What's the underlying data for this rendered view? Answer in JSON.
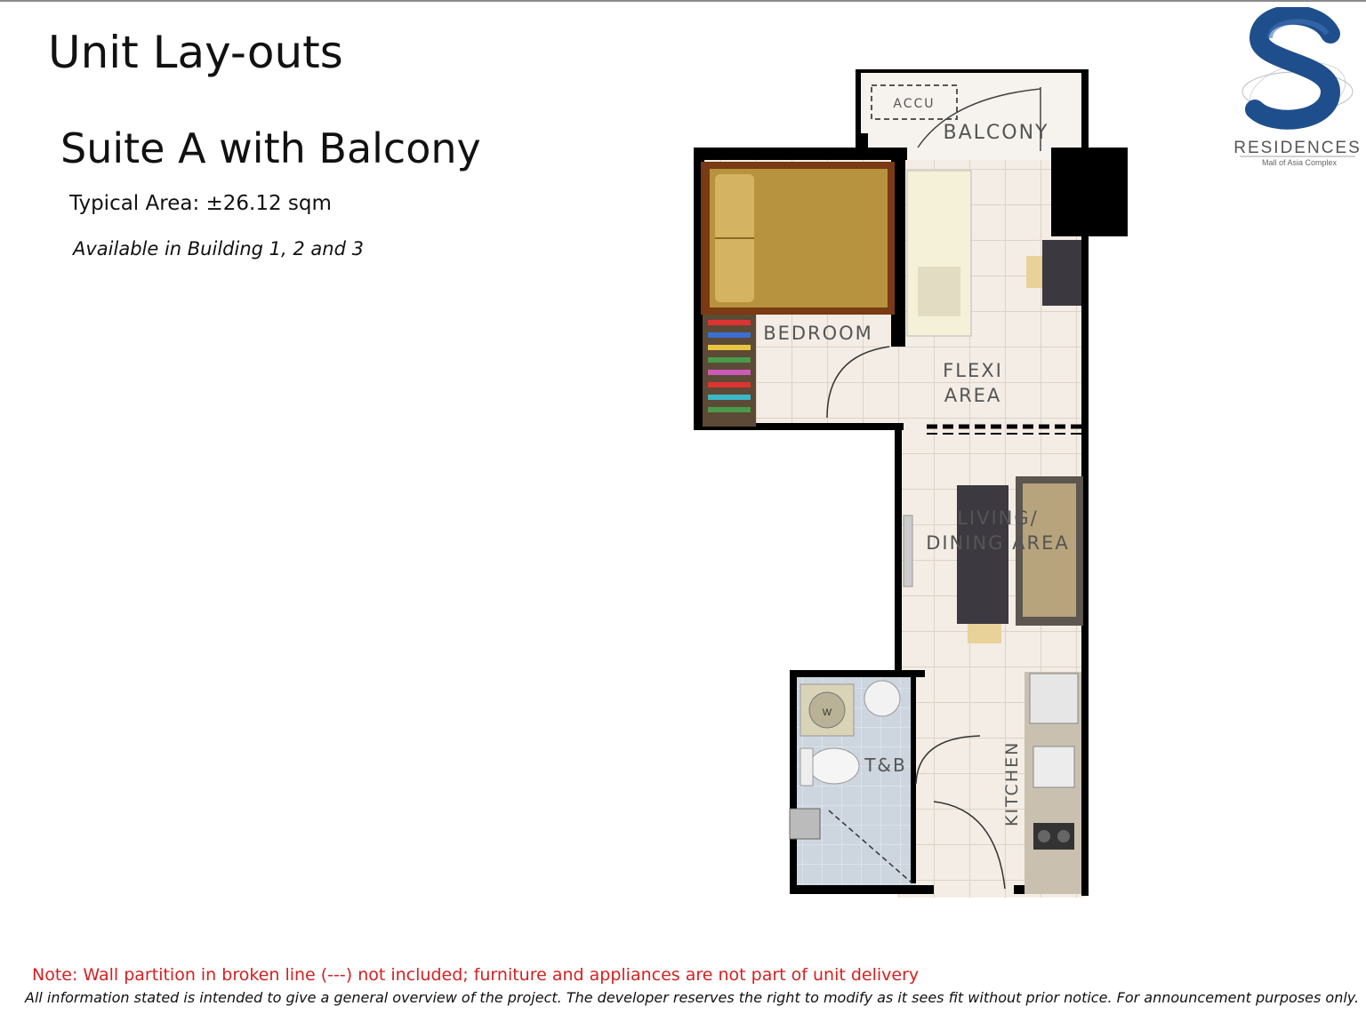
{
  "header": {
    "title": "Unit Lay-outs",
    "subtitle": "Suite A with Balcony",
    "typical_area": "Typical Area: ±26.12 sqm",
    "availability": "Available in Building 1, 2 and 3"
  },
  "logo": {
    "brand": "RESIDENCES",
    "tagline": "Mall of Asia Complex",
    "emblem": "S",
    "colors": {
      "primary": "#1f4e8c",
      "accent": "#6f7f95"
    }
  },
  "floor_plan": {
    "labels": {
      "accu": "ACCU",
      "balcony": "BALCONY",
      "bedroom": "BEDROOM",
      "flexi_line1": "FLEXI",
      "flexi_line2": "AREA",
      "living_line1": "LIVING/",
      "living_line2": "DINING AREA",
      "bath": "T&B",
      "kitchen": "KITCHEN",
      "washer": "W"
    },
    "colors": {
      "wall": "#000000",
      "floor": "#f1ebe3",
      "tile_line": "#dcd3c8",
      "bed": "#b7923f",
      "bath_floor": "#cfd6e0"
    }
  },
  "footer": {
    "note": "Note: Wall partition in broken line (---) not included; furniture and appliances are not part of unit delivery",
    "disclaimer": "All information stated is intended to give a general overview of the project. The developer reserves the right to modify as it sees fit without prior notice. For announcement purposes only."
  }
}
